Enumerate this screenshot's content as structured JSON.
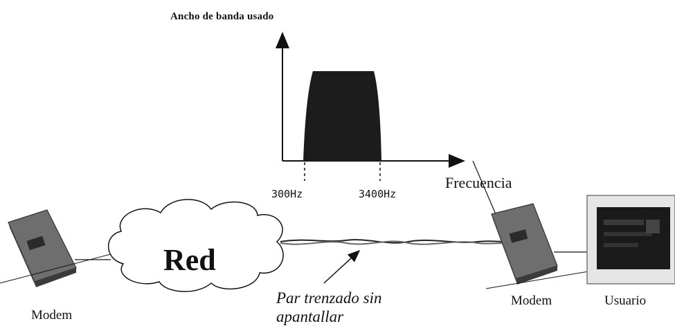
{
  "spectrum": {
    "title": "Ancho de banda usado",
    "freq_low": "300Hz",
    "freq_high": "3400Hz",
    "x_axis_label": "Frecuencia"
  },
  "network": {
    "cloud_label": "Red",
    "cable_label": "Par trenzado sin apantallar"
  },
  "devices": {
    "modem_left": "Modem",
    "modem_right": "Modem",
    "user": "Usuario"
  },
  "colors": {
    "band": "#1c1c1c",
    "modem_body": "#6e6e6e",
    "monitor_screen": "#1a1a1a"
  },
  "icons": [
    "modem-icon",
    "cloud-icon",
    "computer-monitor-icon",
    "twisted-pair-cable-icon"
  ]
}
